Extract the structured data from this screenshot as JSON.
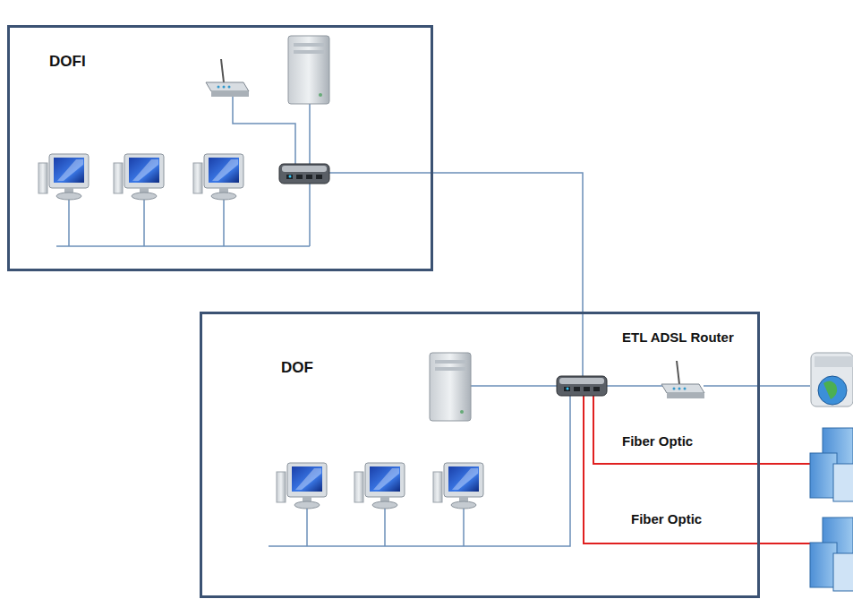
{
  "diagram": {
    "nodes": [
      {
        "text": [
          "DOFI"
        ]
      },
      {
        "text": [
          "DOF"
        ]
      }
    ],
    "edges": [
      {
        "from": 0,
        "to": 1,
        "arrow": "none"
      }
    ],
    "labels": [
      "ETL ADSL Router",
      "Fiber Optic",
      "Fiber Optic"
    ]
  }
}
